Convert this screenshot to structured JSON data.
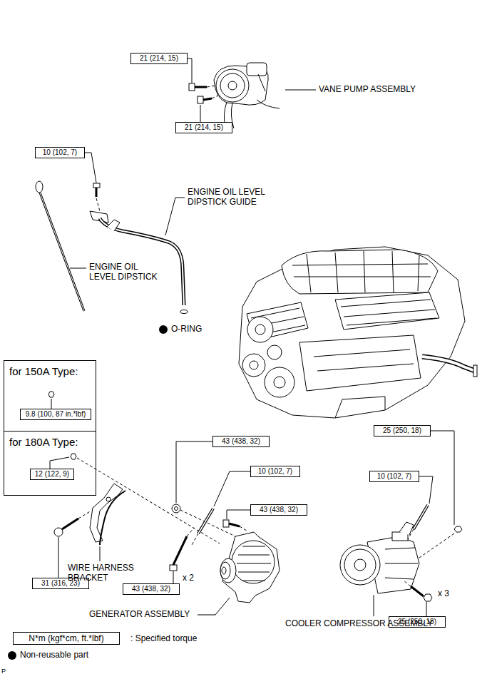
{
  "diagram": {
    "nodes": [
      {
        "text": [
          "21 (214, 15)"
        ]
      },
      {
        "text": [
          "21 (214, 15)"
        ]
      },
      {
        "text": [
          "10 (102, 7)"
        ]
      },
      {
        "text": [
          "for 150A Type:"
        ]
      },
      {
        "text": [
          "9.8 (100, 87 in.*lbf)"
        ],
        "in": 3
      },
      {
        "text": [
          "for 180A Type:"
        ]
      },
      {
        "text": [
          "12 (122, 9)"
        ],
        "in": 5
      },
      {
        "text": [
          "25 (250, 18)"
        ]
      },
      {
        "text": [
          "43 (438, 32)"
        ]
      },
      {
        "text": [
          "10 (102, 7)"
        ]
      },
      {
        "text": [
          "10 (102, 7)"
        ]
      },
      {
        "text": [
          "43 (438, 32)"
        ]
      },
      {
        "text": [
          "31 (316, 23)"
        ]
      },
      {
        "text": [
          "43 (438, 32)"
        ]
      },
      {
        "text": [
          "25 (250, 18)"
        ]
      },
      {
        "text": [
          "N*m (kgf*cm, ft.*lbf)"
        ]
      }
    ],
    "labels": [
      "VANE PUMP ASSEMBLY",
      "ENGINE OIL LEVEL DIPSTICK GUIDE",
      "ENGINE OIL LEVEL DIPSTICK",
      "O-RING",
      "WIRE HARNESS BRACKET",
      "x 2",
      "GENERATOR ASSEMBLY",
      "x 3",
      "COOLER COMPRESSOR ASSEMBLY",
      ": Specified torque",
      "P"
    ],
    "legend": [
      {
        "text": "Non-reusable part"
      }
    ]
  }
}
